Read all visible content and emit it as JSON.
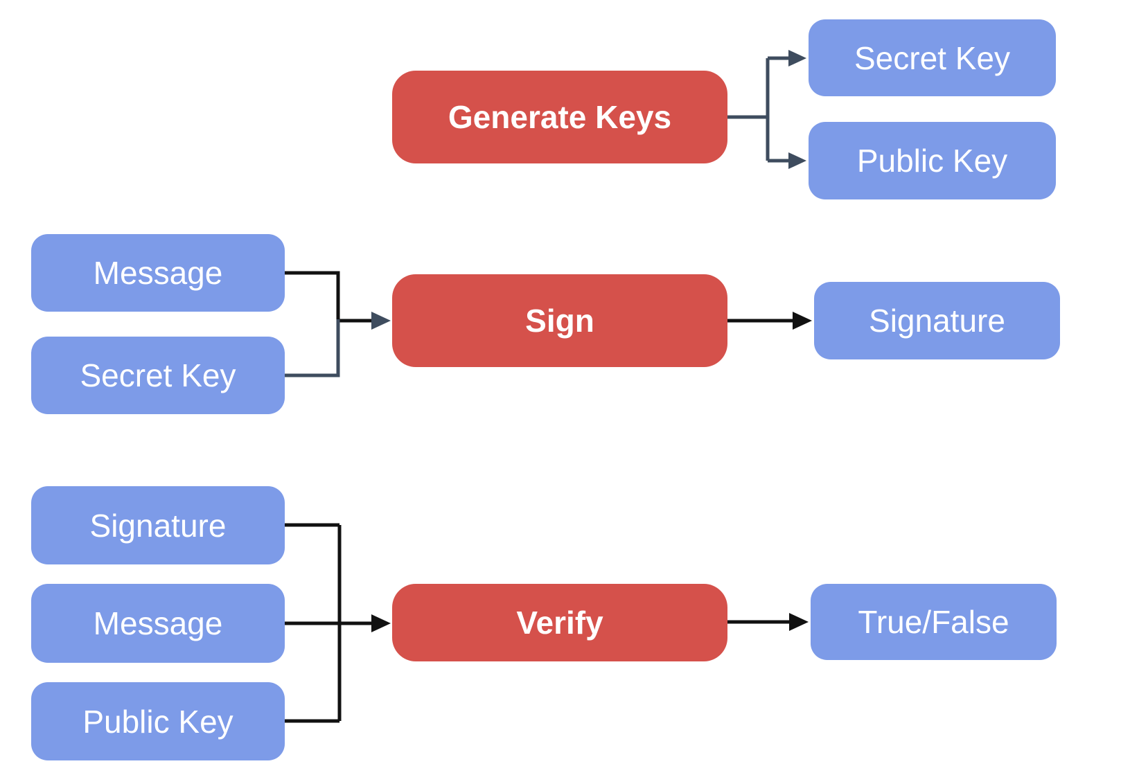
{
  "colors": {
    "process_fill": "#d5514b",
    "data_fill": "#7d9be8",
    "connector_dark": "#3e4c5e",
    "connector_black": "#111111",
    "label_text": "#ffffff"
  },
  "flows": {
    "generate": {
      "process_label": "Generate Keys",
      "outputs": [
        {
          "label": "Secret Key"
        },
        {
          "label": "Public Key"
        }
      ]
    },
    "sign": {
      "inputs": [
        {
          "label": "Message"
        },
        {
          "label": "Secret Key"
        }
      ],
      "process_label": "Sign",
      "output_label": "Signature"
    },
    "verify": {
      "inputs": [
        {
          "label": "Signature"
        },
        {
          "label": "Message"
        },
        {
          "label": "Public Key"
        }
      ],
      "process_label": "Verify",
      "output_label": "True/False"
    }
  }
}
